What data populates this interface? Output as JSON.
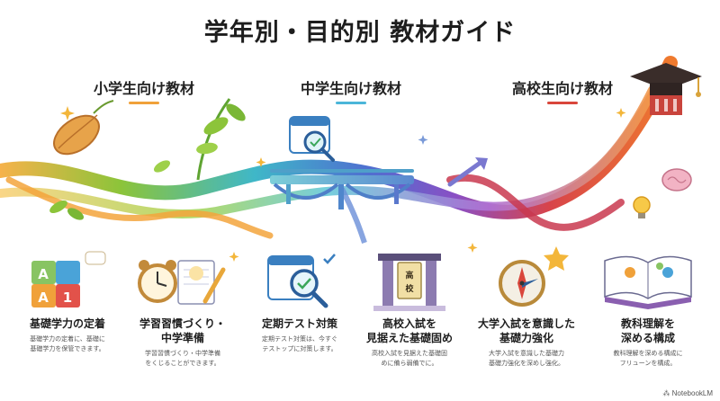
{
  "title": "学年別・目的別 教材ガイド",
  "stages": [
    {
      "label": "小学生向け教材",
      "color": "#f0a13a"
    },
    {
      "label": "中学生向け教材",
      "color": "#4bb6d9"
    },
    {
      "label": "高校生向け教材",
      "color": "#d9463b"
    }
  ],
  "cards": [
    {
      "title_lines": [
        "基礎学力の定着",
        ""
      ],
      "desc_lines": [
        "基礎学力の定着に、基礎に",
        "基礎学力を保管できます。"
      ],
      "icon": "abc-blocks-icon"
    },
    {
      "title_lines": [
        "学習習慣づくり・",
        "中学準備"
      ],
      "desc_lines": [
        "学習習慣づくり・中学準備",
        "をくじることができます。"
      ],
      "icon": "alarm-clock-notebook-icon"
    },
    {
      "title_lines": [
        "定期テスト対策",
        ""
      ],
      "desc_lines": [
        "定期テスト対策は、今すぐ",
        "テストップに対策します。"
      ],
      "icon": "calendar-magnifier-icon"
    },
    {
      "title_lines": [
        "高校入試を",
        "見据えた基礎固め"
      ],
      "desc_lines": [
        "高校入試を見据えた基礎固",
        "めに備ら弱備でに。"
      ],
      "icon": "school-gate-icon"
    },
    {
      "title_lines": [
        "大学入試を意識した",
        "基礎力強化"
      ],
      "desc_lines": [
        "大学入試を意識した基礎力",
        "基礎力強化を深めし強化。"
      ],
      "icon": "compass-star-icon"
    },
    {
      "title_lines": [
        "教科理解を",
        "深める構成"
      ],
      "desc_lines": [
        "教科理解を深める構成に",
        "フリューンを構成。"
      ],
      "icon": "open-book-gears-icon"
    }
  ],
  "school_sign": "高校",
  "block_letters": [
    "A",
    "A",
    "1"
  ],
  "watermark": "NotebookLM"
}
